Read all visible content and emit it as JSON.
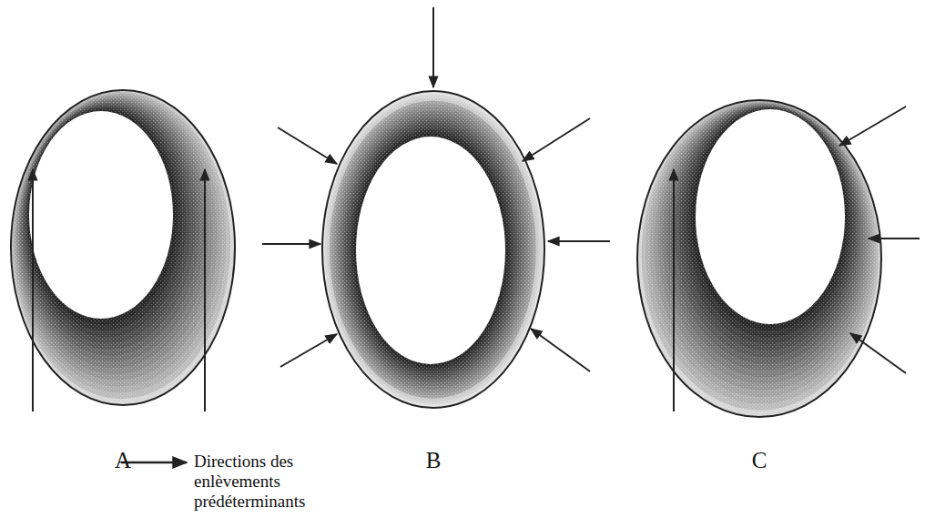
{
  "diagram": {
    "labels": [
      "A",
      "B",
      "C"
    ],
    "legend": [
      {
        "text": "Directions des enlèvements prédéterminants"
      }
    ]
  }
}
